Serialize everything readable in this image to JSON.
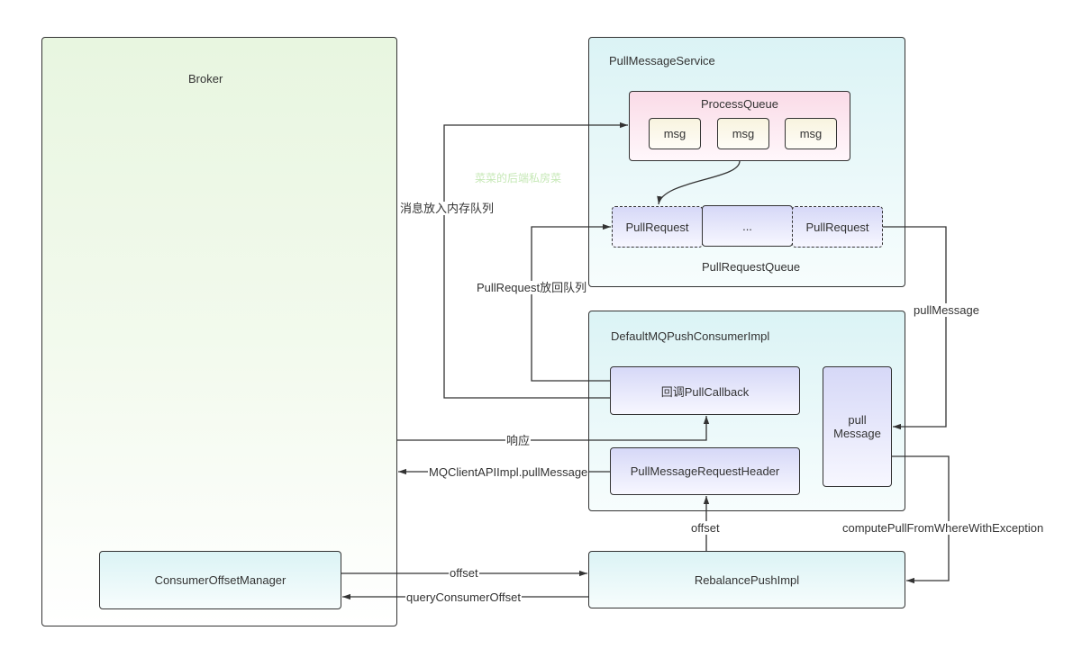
{
  "nodes": {
    "broker": "Broker",
    "pull_message_service": "PullMessageService",
    "process_queue": "ProcessQueue",
    "msgs": [
      "msg",
      "msg",
      "msg"
    ],
    "pull_request_queue": "PullRequestQueue",
    "pull_requests": [
      "PullRequest",
      "...",
      "PullRequest"
    ],
    "consumer_impl": "DefaultMQPushConsumerImpl",
    "pull_callback": "回调PullCallback",
    "request_header": "PullMessageRequestHeader",
    "pull_message_line1": "pull",
    "pull_message_line2": "Message",
    "offset_manager": "ConsumerOffsetManager",
    "rebalance": "RebalancePushImpl"
  },
  "edges": {
    "put_into_memory_queue": "消息放入内存队列",
    "pullrequest_back_to_queue": "PullRequest放回队列",
    "pull_message": "pullMessage",
    "response": "响应",
    "client_api_pull": "MQClientAPIImpl.pullMessage",
    "offset_up": "offset",
    "compute_pull_from_where": "computePullFromWhereWithException",
    "offset_right": "offset",
    "query_consumer_offset": "queryConsumerOffset"
  },
  "watermark": "菜菜的后端私房菜"
}
